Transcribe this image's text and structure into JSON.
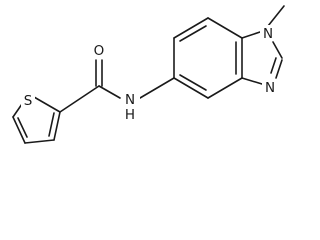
{
  "molecule": {
    "atoms": [
      {
        "label": "S"
      },
      {
        "label": "O"
      },
      {
        "label": "N"
      },
      {
        "label": "H"
      },
      {
        "label": "N"
      },
      {
        "label": "N"
      },
      {
        "label": "Methyl"
      }
    ]
  }
}
